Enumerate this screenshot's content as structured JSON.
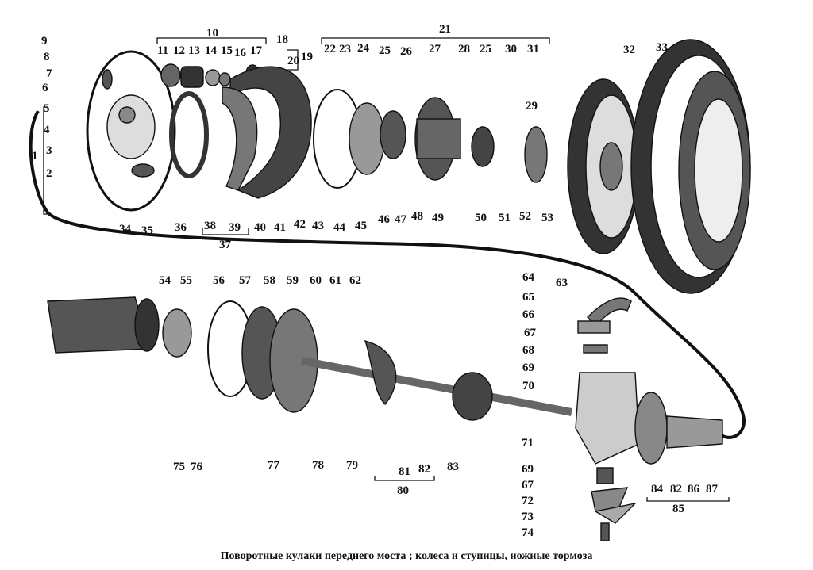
{
  "caption": "Поворотные кулаки переднего моста ; колеса и ступицы, ножные тормоза",
  "labels": {
    "n1": "1",
    "n2": "2",
    "n3": "3",
    "n4": "4",
    "n5": "5",
    "n6": "6",
    "n7": "7",
    "n8": "8",
    "n9": "9",
    "n10": "10",
    "n11": "11",
    "n12": "12",
    "n13": "13",
    "n14": "14",
    "n15": "15",
    "n16": "16",
    "n17": "17",
    "n18": "18",
    "n19": "19",
    "n20": "20",
    "n21": "21",
    "n22": "22",
    "n23": "23",
    "n24": "24",
    "n25a": "25",
    "n26": "26",
    "n27": "27",
    "n28": "28",
    "n25b": "25",
    "n29": "29",
    "n30": "30",
    "n31": "31",
    "n32": "32",
    "n33": "33",
    "n34": "34",
    "n35": "35",
    "n36": "36",
    "n37": "37",
    "n38": "38",
    "n39": "39",
    "n40": "40",
    "n41": "41",
    "n42": "42",
    "n43": "43",
    "n44": "44",
    "n45": "45",
    "n46": "46",
    "n47": "47",
    "n48": "48",
    "n49": "49",
    "n50": "50",
    "n51": "51",
    "n52": "52",
    "n53": "53",
    "n54": "54",
    "n55": "55",
    "n56": "56",
    "n57": "57",
    "n58": "58",
    "n59": "59",
    "n60": "60",
    "n61": "61",
    "n62": "62",
    "n63": "63",
    "n64": "64",
    "n65": "65",
    "n66": "66",
    "n67a": "67",
    "n68": "68",
    "n69a": "69",
    "n70": "70",
    "n71": "71",
    "n69b": "69",
    "n67b": "67",
    "n72": "72",
    "n73": "73",
    "n74": "74",
    "n75": "75",
    "n76": "76",
    "n77": "77",
    "n78": "78",
    "n79": "79",
    "n80": "80",
    "n81": "81",
    "n82a": "82",
    "n83": "83",
    "n84": "84",
    "n82b": "82",
    "n86": "86",
    "n87": "87",
    "n85": "85"
  }
}
